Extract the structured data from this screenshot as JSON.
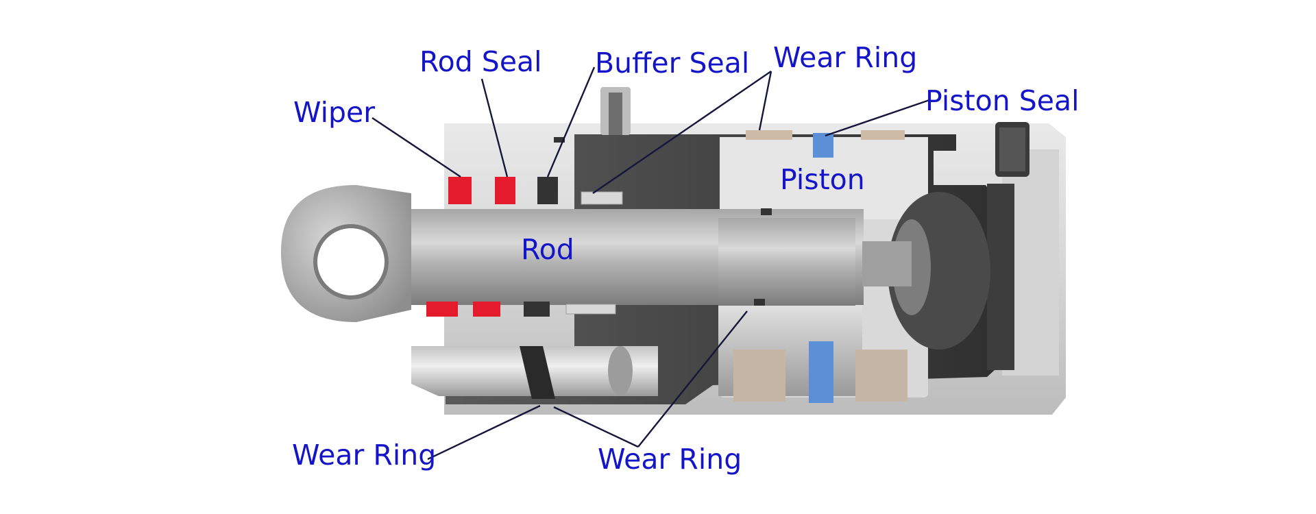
{
  "colors": {
    "label": "#1414c8",
    "leader": "#16163c",
    "wiper_seal": "#e31b2a",
    "piston_seal": "#5b8fd6",
    "wear_ring": "#c8b8a6",
    "buffer_seal": "#333333"
  },
  "labels": {
    "wiper": "Wiper",
    "rod_seal": "Rod Seal",
    "buffer_seal": "Buffer Seal",
    "wear_ring_top": "Wear Ring",
    "piston_seal": "Piston Seal",
    "piston": "Piston",
    "rod": "Rod",
    "wear_ring_bottom_left": "Wear Ring",
    "wear_ring_bottom_center": "Wear Ring"
  }
}
